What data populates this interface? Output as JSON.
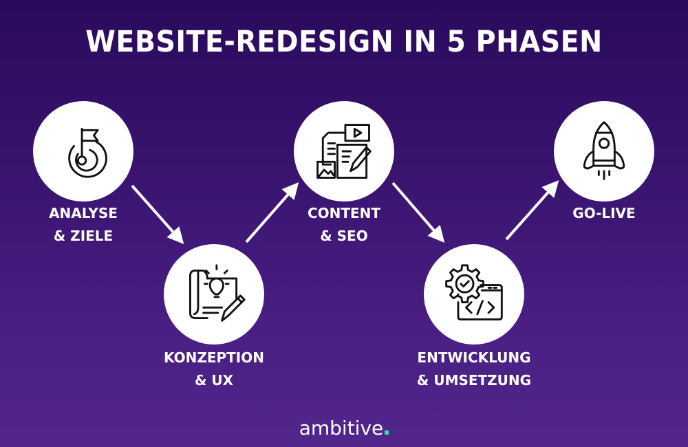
{
  "title": "WEBSITE-REDESIGN IN 5 PHASEN",
  "phases": [
    {
      "line1": "ANALYSE",
      "line2": "& ZIELE",
      "icon": "target-flag-icon"
    },
    {
      "line1": "KONZEPTION",
      "line2": "& UX",
      "icon": "blueprint-lightbulb-pencil-icon"
    },
    {
      "line1": "CONTENT",
      "line2": "& SEO",
      "icon": "documents-video-pencil-icon"
    },
    {
      "line1": "ENTWICKLUNG",
      "line2": "& UMSETZUNG",
      "icon": "gear-code-window-icon"
    },
    {
      "line1": "GO-LIVE",
      "line2": "",
      "icon": "rocket-icon"
    }
  ],
  "logo": {
    "text": "ambitive",
    "dot_color": "#2ee6a8"
  },
  "colors": {
    "background_top": "#2a0a5c",
    "background_bottom": "#52268b",
    "circle": "#ffffff",
    "text": "#ffffff"
  }
}
